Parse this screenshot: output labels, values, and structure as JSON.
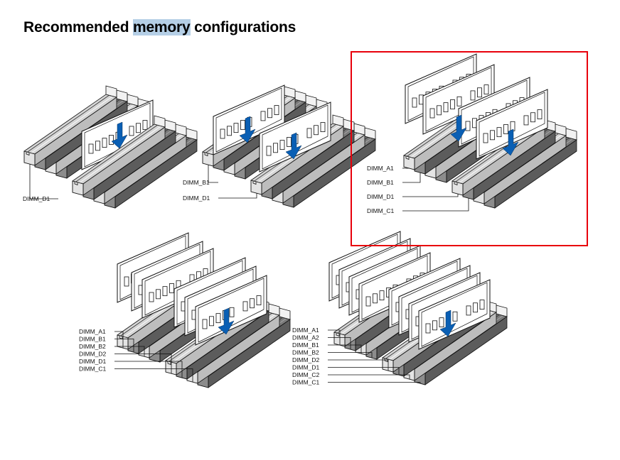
{
  "title": {
    "before": "Recommended ",
    "highlight": "memory",
    "after": " configurations"
  },
  "colors": {
    "arrow": "#0a5fb4",
    "highlight_box": "#e8000b",
    "search_highlight": "#b5cfe6",
    "slot_dark": "#8c8c8c",
    "slot_light": "#e4e4e4"
  },
  "figures": [
    {
      "id": "one-dimm",
      "modules": 1,
      "labels": [
        "DIMM_D1"
      ]
    },
    {
      "id": "two-dimms",
      "modules": 2,
      "labels": [
        "DIMM_B1",
        "DIMM_D1"
      ]
    },
    {
      "id": "four-dimms",
      "modules": 4,
      "labels": [
        "DIMM_A1",
        "DIMM_B1",
        "DIMM_D1",
        "DIMM_C1"
      ],
      "highlighted": true
    },
    {
      "id": "six-dimms",
      "modules": 6,
      "labels": [
        "DIMM_A1",
        "DIMM_B1",
        "DIMM_B2",
        "DIMM_D2",
        "DIMM_D1",
        "DIMM_C1"
      ]
    },
    {
      "id": "eight-dimms",
      "modules": 8,
      "labels": [
        "DIMM_A1",
        "DIMM_A2",
        "DIMM_B1",
        "DIMM_B2",
        "DIMM_D2",
        "DIMM_D1",
        "DIMM_C2",
        "DIMM_C1"
      ]
    }
  ]
}
